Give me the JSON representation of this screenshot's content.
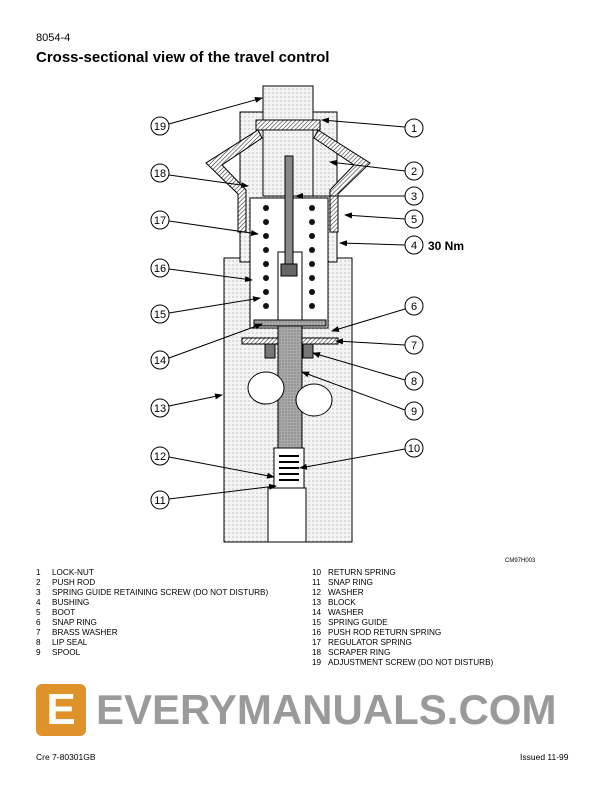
{
  "header": {
    "page_ref": "8054-4",
    "title": "Cross-sectional view of the travel control"
  },
  "diagram": {
    "callouts": [
      "19",
      "1",
      "18",
      "2",
      "3",
      "17",
      "5",
      "4",
      "16",
      "6",
      "15",
      "7",
      "14",
      "8",
      "9",
      "13",
      "10",
      "12",
      "11"
    ],
    "torque": "30 Nm",
    "figure_id": "CM97H003"
  },
  "legend": {
    "left": [
      {
        "n": "1",
        "t": "LOCK-NUT"
      },
      {
        "n": "2",
        "t": "PUSH ROD"
      },
      {
        "n": "3",
        "t": "SPRING GUIDE RETAINING SCREW (DO NOT DISTURB)"
      },
      {
        "n": "4",
        "t": "BUSHING"
      },
      {
        "n": "5",
        "t": "BOOT"
      },
      {
        "n": "6",
        "t": "SNAP RING"
      },
      {
        "n": "7",
        "t": "BRASS WASHER"
      },
      {
        "n": "8",
        "t": "LIP SEAL"
      },
      {
        "n": "9",
        "t": "SPOOL"
      }
    ],
    "right": [
      {
        "n": "10",
        "t": "RETURN SPRING"
      },
      {
        "n": "11",
        "t": "SNAP RING"
      },
      {
        "n": "12",
        "t": "WASHER"
      },
      {
        "n": "13",
        "t": "BLOCK"
      },
      {
        "n": "14",
        "t": "WASHER"
      },
      {
        "n": "15",
        "t": "SPRING GUIDE"
      },
      {
        "n": "16",
        "t": "PUSH ROD RETURN SPRING"
      },
      {
        "n": "17",
        "t": "REGULATOR SPRING"
      },
      {
        "n": "18",
        "t": "SCRAPER RING"
      },
      {
        "n": "19",
        "t": "ADJUSTMENT SCREW (DO NOT DISTURB)"
      }
    ]
  },
  "footer": {
    "left": "Cre  7-80301GB",
    "right": "Issued 11-99"
  },
  "watermark": {
    "logo": "E",
    "text": "EVERYMANUALS.COM"
  }
}
